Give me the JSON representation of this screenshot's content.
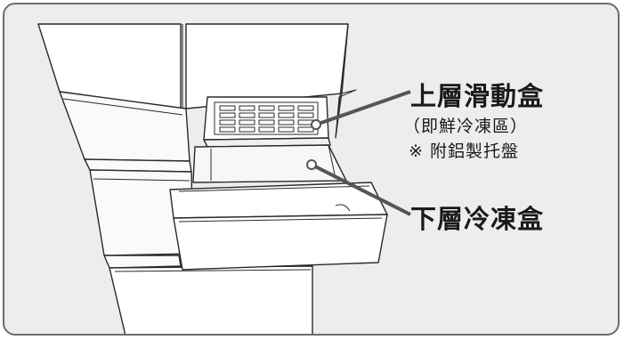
{
  "labels": {
    "upper_box": "上層滑動盒",
    "upper_box_note1": "（即鮮冷凍區）",
    "upper_box_note2": "※ 附鋁製托盤",
    "lower_box": "下層冷凍盒"
  },
  "colors": {
    "background": "#ededed",
    "frame_border": "#6d6d6d",
    "line": "#2a2a2a",
    "leader": "#555555",
    "marker": "#ffffff"
  }
}
